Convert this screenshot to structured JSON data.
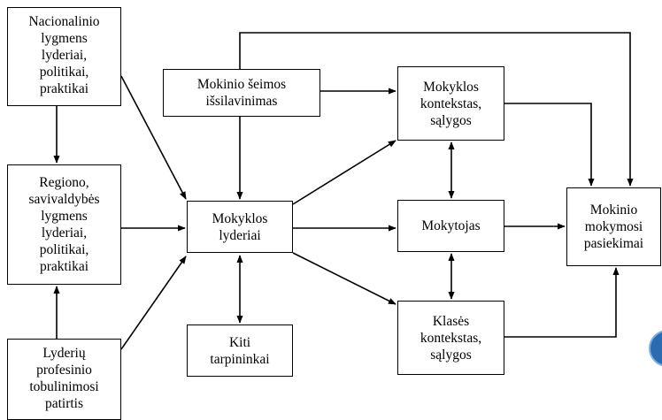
{
  "diagram": {
    "nodes": {
      "national": "Nacionalinio\nlygmens\nlyderiai,\npolitikai,\npraktikai",
      "region": "Regiono,\nsavivaldybės\nlygmens\nlyderiai,\npolitikai,\npraktikai",
      "experience": "Lyderių\nprofesinio\ntobulinimosi\npatirtis",
      "family": "Mokinio šeimos\nišsilavinimas",
      "leaders": "Mokyklos\nlyderiai",
      "intermediaries": "Kiti\ntarpininkai",
      "school": "Mokyklos\nkontekstas,\nsąlygos",
      "teacher": "Mokytojas",
      "classroom": "Klasės\nkontekstas,\nsąlygos",
      "results": "Mokinio\nmokymosi\npasiekimai"
    },
    "edges": [
      {
        "from": "national",
        "to": "region",
        "direction": "forward"
      },
      {
        "from": "experience",
        "to": "region",
        "direction": "forward"
      },
      {
        "from": "national",
        "to": "leaders",
        "direction": "forward"
      },
      {
        "from": "region",
        "to": "leaders",
        "direction": "forward"
      },
      {
        "from": "experience",
        "to": "leaders",
        "direction": "forward"
      },
      {
        "from": "family",
        "to": "leaders",
        "direction": "forward"
      },
      {
        "from": "family",
        "to": "school",
        "direction": "forward"
      },
      {
        "from": "family",
        "to": "results",
        "direction": "forward"
      },
      {
        "from": "leaders",
        "to": "school",
        "direction": "forward"
      },
      {
        "from": "leaders",
        "to": "teacher",
        "direction": "forward"
      },
      {
        "from": "leaders",
        "to": "classroom",
        "direction": "forward"
      },
      {
        "from": "leaders",
        "to": "intermediaries",
        "direction": "both"
      },
      {
        "from": "school",
        "to": "teacher",
        "direction": "both"
      },
      {
        "from": "teacher",
        "to": "classroom",
        "direction": "both"
      },
      {
        "from": "school",
        "to": "results",
        "direction": "forward"
      },
      {
        "from": "teacher",
        "to": "results",
        "direction": "forward"
      },
      {
        "from": "classroom",
        "to": "results",
        "direction": "forward"
      }
    ],
    "colors": {
      "line": "#000000",
      "box_border": "#000000",
      "background": "#ffffff",
      "seal": "#2c6bb0"
    }
  }
}
